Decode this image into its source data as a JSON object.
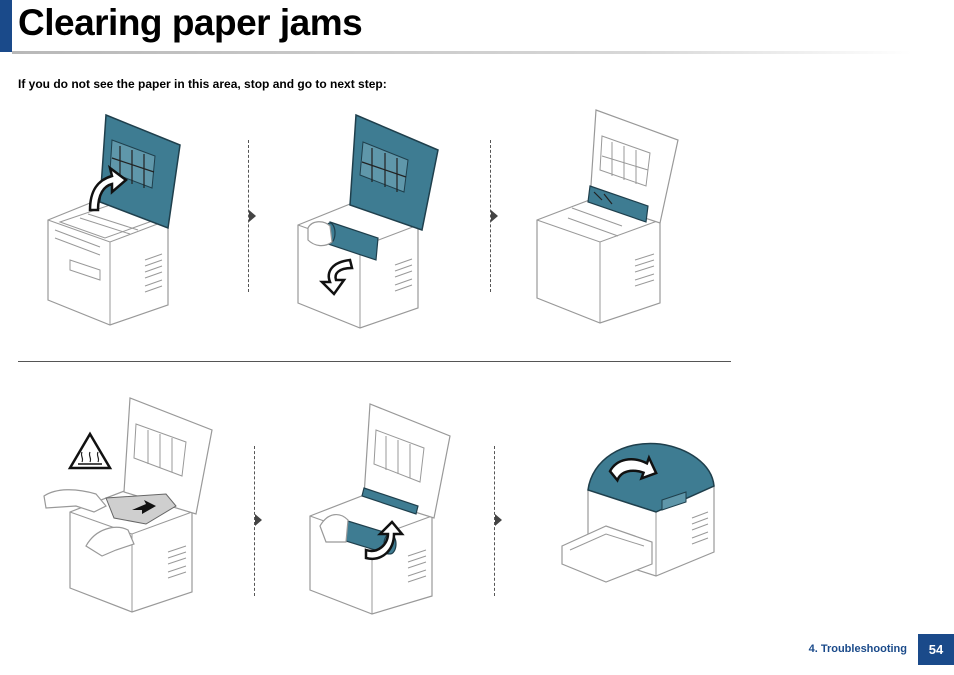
{
  "header": {
    "title": "Clearing paper jams"
  },
  "instruction": "If you do not see the paper in this area, stop and go to next step:",
  "footer": {
    "section": "4. Troubleshooting",
    "page": "54"
  },
  "colors": {
    "accent": "#1a4a8a",
    "printer_lid": "#3e7c92"
  },
  "steps": [
    {
      "id": 1,
      "illustration": "open-top-cover"
    },
    {
      "id": 2,
      "illustration": "remove-toner-cartridge"
    },
    {
      "id": 3,
      "illustration": "open-fuser-guide"
    },
    {
      "id": 4,
      "illustration": "pull-out-jammed-paper",
      "icon": "hot-surface-warning-icon"
    },
    {
      "id": 5,
      "illustration": "reinsert-toner-cartridge"
    },
    {
      "id": 6,
      "illustration": "close-top-cover"
    }
  ]
}
